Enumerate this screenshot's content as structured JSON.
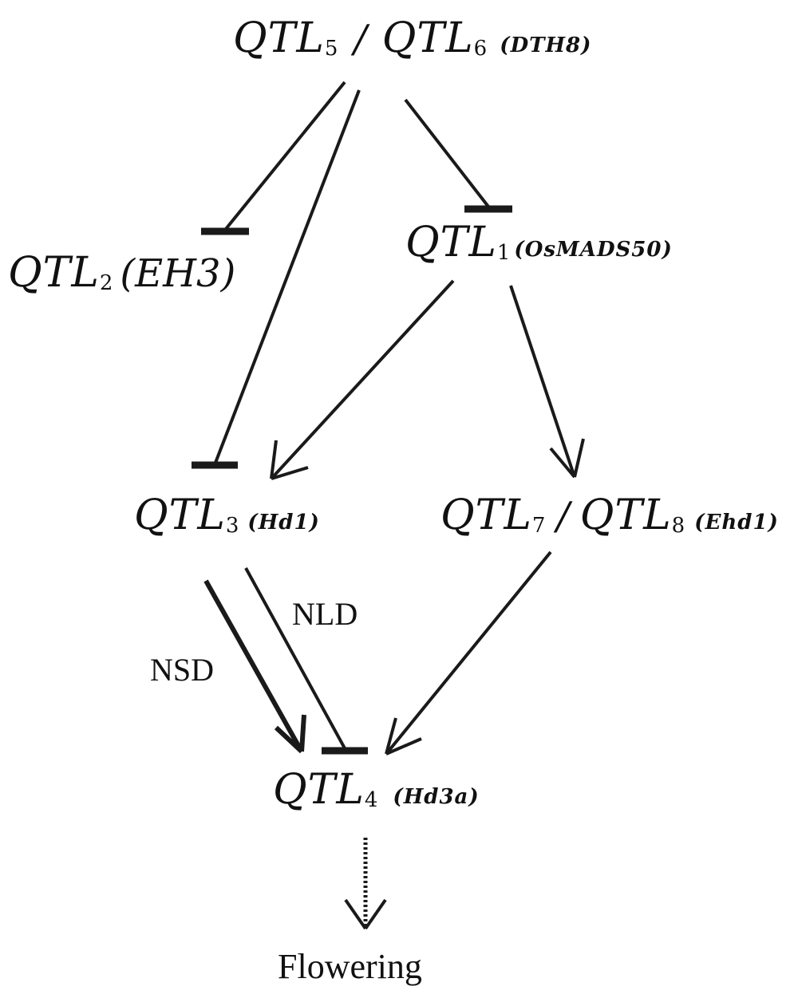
{
  "nodes": {
    "top": {
      "qtl_a": "QTL",
      "sub_a": "5",
      "sep": "/",
      "qtl_b": "QTL",
      "sub_b": "6",
      "gene": "(DTH8)"
    },
    "eh3": {
      "qtl": "QTL",
      "sub": "2",
      "gene": "(EH3)"
    },
    "osmads": {
      "qtl": "QTL",
      "sub": "1",
      "gene": "(OsMADS50)"
    },
    "hd1": {
      "qtl": "QTL",
      "sub": "3",
      "gene": "(Hd1)"
    },
    "ehd1": {
      "qtl_a": "QTL",
      "sub_a": "7",
      "sep": "/",
      "qtl_b": "QTL",
      "sub_b": "8",
      "gene": "(Ehd1)"
    },
    "hd3a": {
      "qtl": "QTL",
      "sub": "4",
      "gene": "(Hd3a)"
    },
    "flowering": "Flowering"
  },
  "edge_labels": {
    "nld": "NLD",
    "nsd": "NSD"
  }
}
